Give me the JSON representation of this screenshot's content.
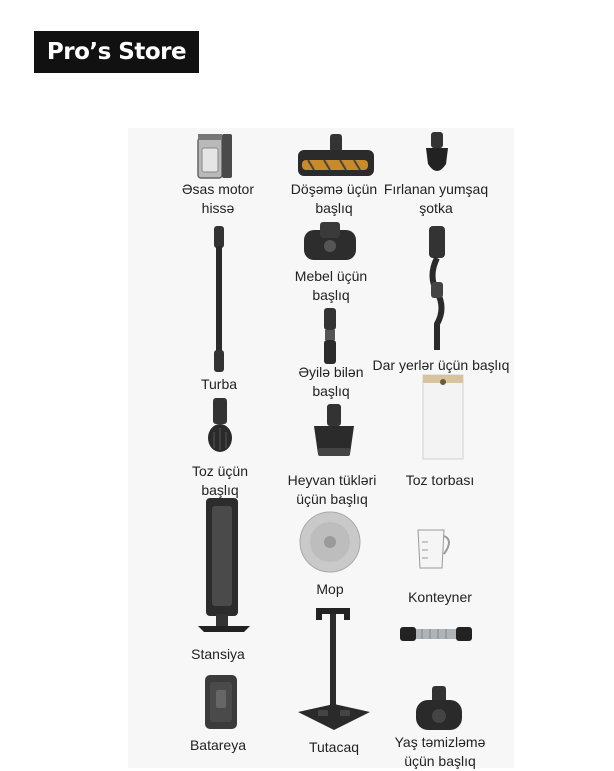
{
  "store": {
    "name": "Pro’s Store"
  },
  "items": {
    "main_motor": {
      "label_1": "Əsas motor",
      "label_2": "hissə"
    },
    "floor_head": {
      "label_1": "Döşəmə üçün",
      "label_2": "başlıq"
    },
    "soft_brush": {
      "label_1": "Fırlanan yumşaq",
      "label_2": "şotka"
    },
    "tube": {
      "label_1": "Turba"
    },
    "furniture_head": {
      "label_1": "Mebel üçün",
      "label_2": "başlıq"
    },
    "crevice_head": {
      "label_1": "Dar yerlər üçün başlıq"
    },
    "bendable_head": {
      "label_1": "Əyilə bilən",
      "label_2": "başlıq"
    },
    "dust_head": {
      "label_1": "Toz üçün",
      "label_2": "başlıq"
    },
    "pet_hair_head": {
      "label_1": "Heyvan tükləri",
      "label_2": "üçün başlıq"
    },
    "dust_bag": {
      "label_1": "Toz torbası"
    },
    "station": {
      "label_1": "Stansiya"
    },
    "mop": {
      "label_1": "Mop"
    },
    "container": {
      "label_1": "Konteyner"
    },
    "hose": {
      "label_1": ""
    },
    "battery": {
      "label_1": "Batareya"
    },
    "holder": {
      "label_1": "Tutacaq"
    },
    "wet_head": {
      "label_1": "Yaş təmizləmə",
      "label_2": "üçün başlıq"
    }
  },
  "icons": {
    "main_motor": "vacuum-motor-icon",
    "floor_head": "floor-brush-icon",
    "soft_brush": "soft-brush-icon",
    "tube": "extension-tube-icon",
    "furniture_head": "furniture-nozzle-icon",
    "crevice_head": "crevice-tool-icon",
    "bendable_head": "bendable-adapter-icon",
    "dust_head": "dust-brush-icon",
    "pet_hair_head": "pet-hair-tool-icon",
    "dust_bag": "dust-bag-icon",
    "station": "docking-station-icon",
    "mop": "mop-pad-icon",
    "container": "measuring-cup-icon",
    "hose": "hose-icon",
    "battery": "battery-icon",
    "holder": "holder-stand-icon",
    "wet_head": "wet-cleaning-head-icon"
  }
}
